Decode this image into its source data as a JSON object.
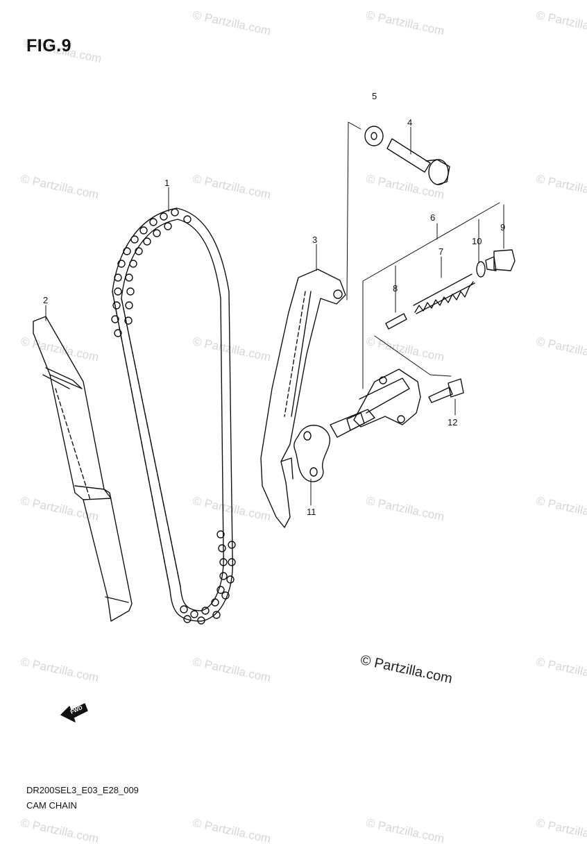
{
  "figure": {
    "title": "FIG.9"
  },
  "callouts": [
    "1",
    "2",
    "3",
    "4",
    "5",
    "6",
    "7",
    "8",
    "9",
    "10",
    "11",
    "12"
  ],
  "forward_arrow_label": "FWD",
  "watermark": {
    "text": "© Partzilla.com",
    "main_text": "© Partzilla.com"
  },
  "footer": {
    "code": "DR200SEL3_E03_E28_009",
    "name": "CAM CHAIN"
  }
}
